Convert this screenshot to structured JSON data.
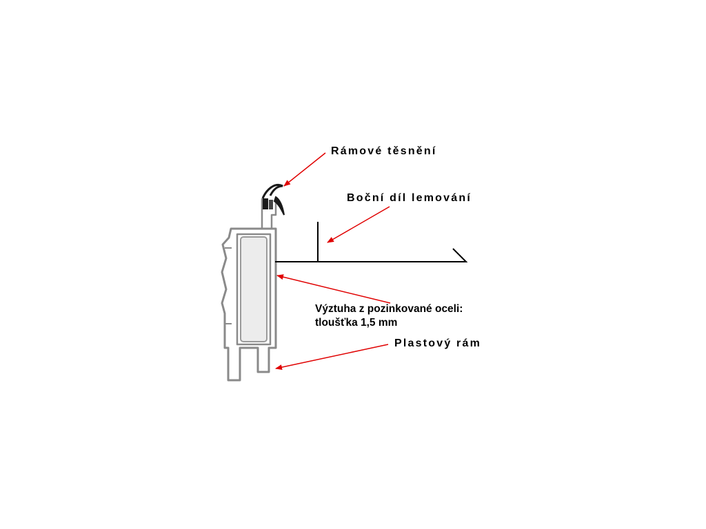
{
  "diagram": {
    "labels": {
      "frame_seal": "Rámové těsnění",
      "side_flashing": "Boční díl lemování",
      "reinforcement_line1": "Výztuha z pozinkované oceli:",
      "reinforcement_line2": "tloušťka 1,5 mm",
      "plastic_frame": "Plastový rám"
    },
    "colors": {
      "pointer_arrow": "#ff0000",
      "profile_stroke": "#8a8a8a",
      "reinforcement_fill": "#ececec",
      "seal": "#1a1a1a",
      "flashing": "#000000"
    }
  }
}
